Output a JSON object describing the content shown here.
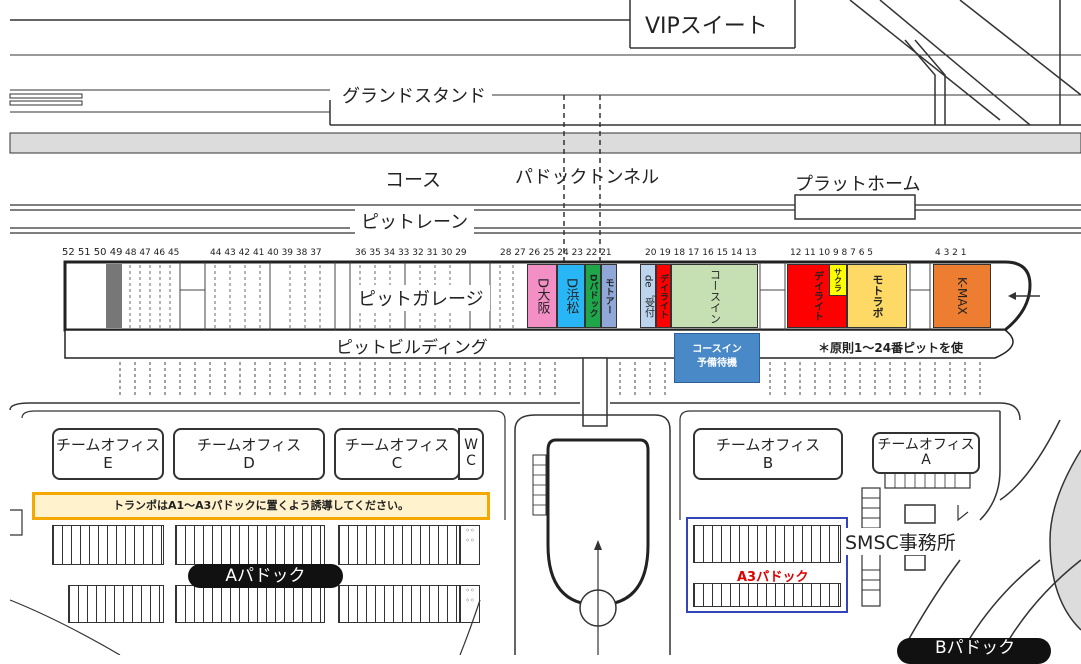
{
  "top": {
    "vip": "VIPスイート",
    "grandstand": "グランドスタンド"
  },
  "course": {
    "course": "コース",
    "tunnel": "パドックトンネル",
    "platform": "プラットホーム",
    "pitlane": "ピットレーン"
  },
  "pit_numbers": {
    "g1": "52 51 50 49",
    "g2": "48 47 46 45",
    "g3": "44 43 42 41 40 39 38 37",
    "g4": "36 35 34 33 32 31 30 29",
    "g5": "28 27 26 25 24 23 22 21",
    "g6": "20 19 18 17 16 15 14 13",
    "g7": "12 11 10 9  8  7  6  5",
    "g8": "4  3  2  1"
  },
  "pit_garage": "ピットガレージ",
  "pit_building": "ピットビルディング",
  "teams": {
    "d_osaka": "D大阪",
    "d_hamamatsu": "D浜松",
    "d_paddock": "Dパドック",
    "motoa": "モトアー",
    "de_uketsuke": "de゛受付",
    "daytime": "デイライト",
    "course_in": "コースイン",
    "daytime2": "デイライト",
    "sakura": "サクラ",
    "motolab": "モトラボ",
    "kmax": "K-MAX"
  },
  "course_in_wait": {
    "line1": "コースイン",
    "line2": "予備待機"
  },
  "note": "＊原則1〜24番ピットを使",
  "offices": {
    "e": {
      "line1": "チームオフィス",
      "line2": "E"
    },
    "d": {
      "line1": "チームオフィス",
      "line2": "D"
    },
    "c": {
      "line1": "チームオフィス",
      "line2": "C"
    },
    "wc": {
      "line1": "W",
      "line2": "C"
    },
    "b": {
      "line1": "チームオフィス",
      "line2": "B"
    },
    "a": {
      "line1": "チームオフィス",
      "line2": "A"
    }
  },
  "notice": "トランポはA1〜A3パドックに置くよう誘導してください。",
  "a_paddock": "Aパドック",
  "a3_paddock": "A3パドック",
  "smsc": "SMSC事務所",
  "b_paddock": "Bパドック",
  "colors": {
    "d_osaka": "#f48fc5",
    "d_hamamatsu": "#29b6f6",
    "d_paddock": "#1fa64a",
    "motoa": "#8fa8d8",
    "de_uketsuke": "#bcd4ee",
    "daytime": "#ff0000",
    "course_in": "#c6e0b4",
    "sakura": "#ffff00",
    "motolab": "#ffd966",
    "kmax": "#ed7d31",
    "course_in_wait": "#4a89c8",
    "notice_border": "#f5a800",
    "notice_bg": "#fff2cc",
    "a3_border": "#3344bb",
    "a3_text": "#dd0000"
  }
}
